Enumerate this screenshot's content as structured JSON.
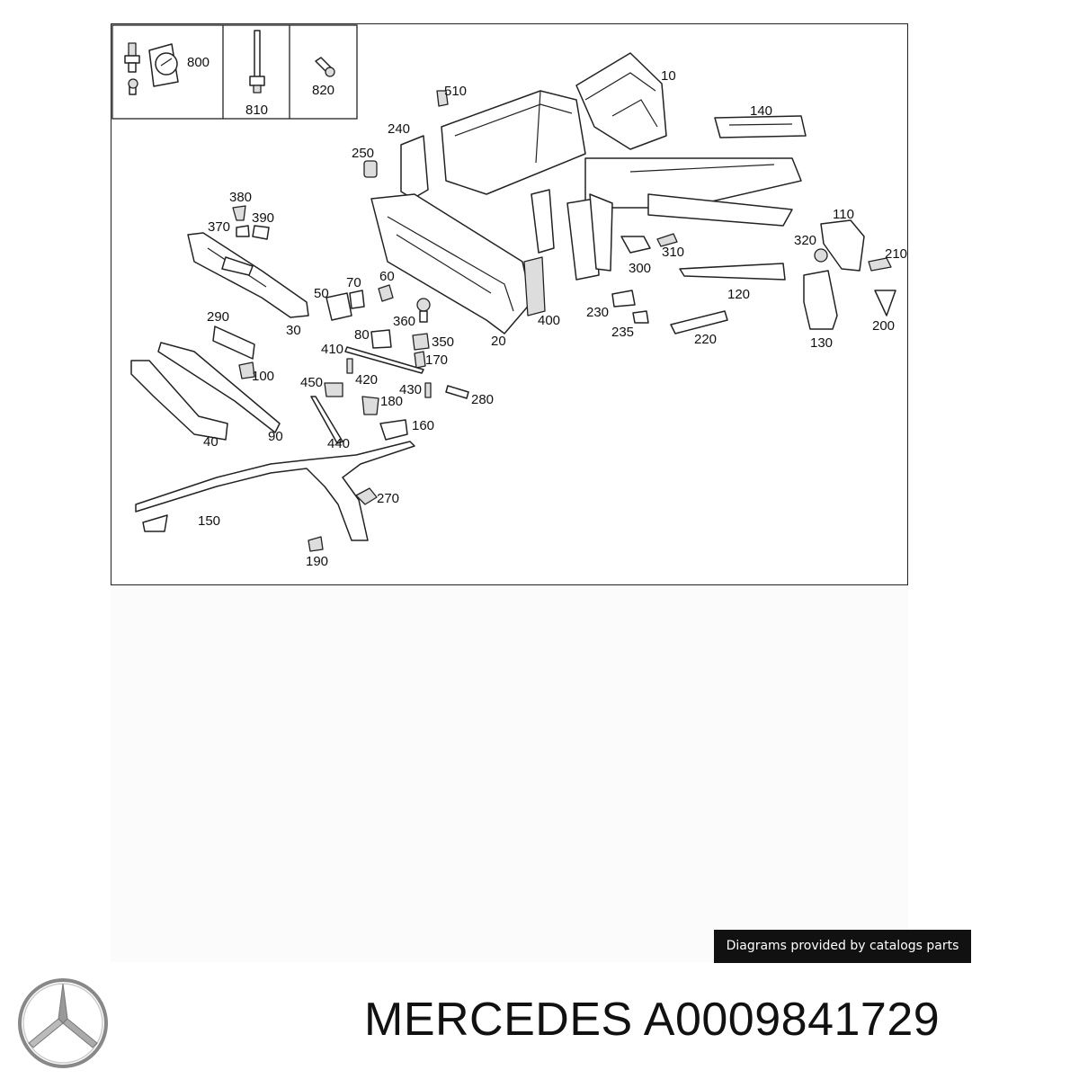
{
  "diagram": {
    "callouts": {
      "c800": "800",
      "c810": "810",
      "c820": "820",
      "c10": "10",
      "c510": "510",
      "c140": "140",
      "c240": "240",
      "c250": "250",
      "c380": "380",
      "c390": "390",
      "c370": "370",
      "c110": "110",
      "c320": "320",
      "c210": "210",
      "c310": "310",
      "c300": "300",
      "c120": "120",
      "c70": "70",
      "c60": "60",
      "c50": "50",
      "c30": "30",
      "c290": "290",
      "c360": "360",
      "c80": "80",
      "c350": "350",
      "c400": "400",
      "c230": "230",
      "c235": "235",
      "c220": "220",
      "c130": "130",
      "c200": "200",
      "c20": "20",
      "c410": "410",
      "c170": "170",
      "c100": "100",
      "c420": "420",
      "c450": "450",
      "c430": "430",
      "c180": "180",
      "c280": "280",
      "c160": "160",
      "c40": "40",
      "c90": "90",
      "c440": "440",
      "c270": "270",
      "c150": "150",
      "c190": "190"
    }
  },
  "credit": {
    "text": "Diagrams provided by catalogs parts"
  },
  "brand": {
    "logo_icon": "mercedes-star-icon",
    "title": "MERCEDES A0009841729"
  }
}
